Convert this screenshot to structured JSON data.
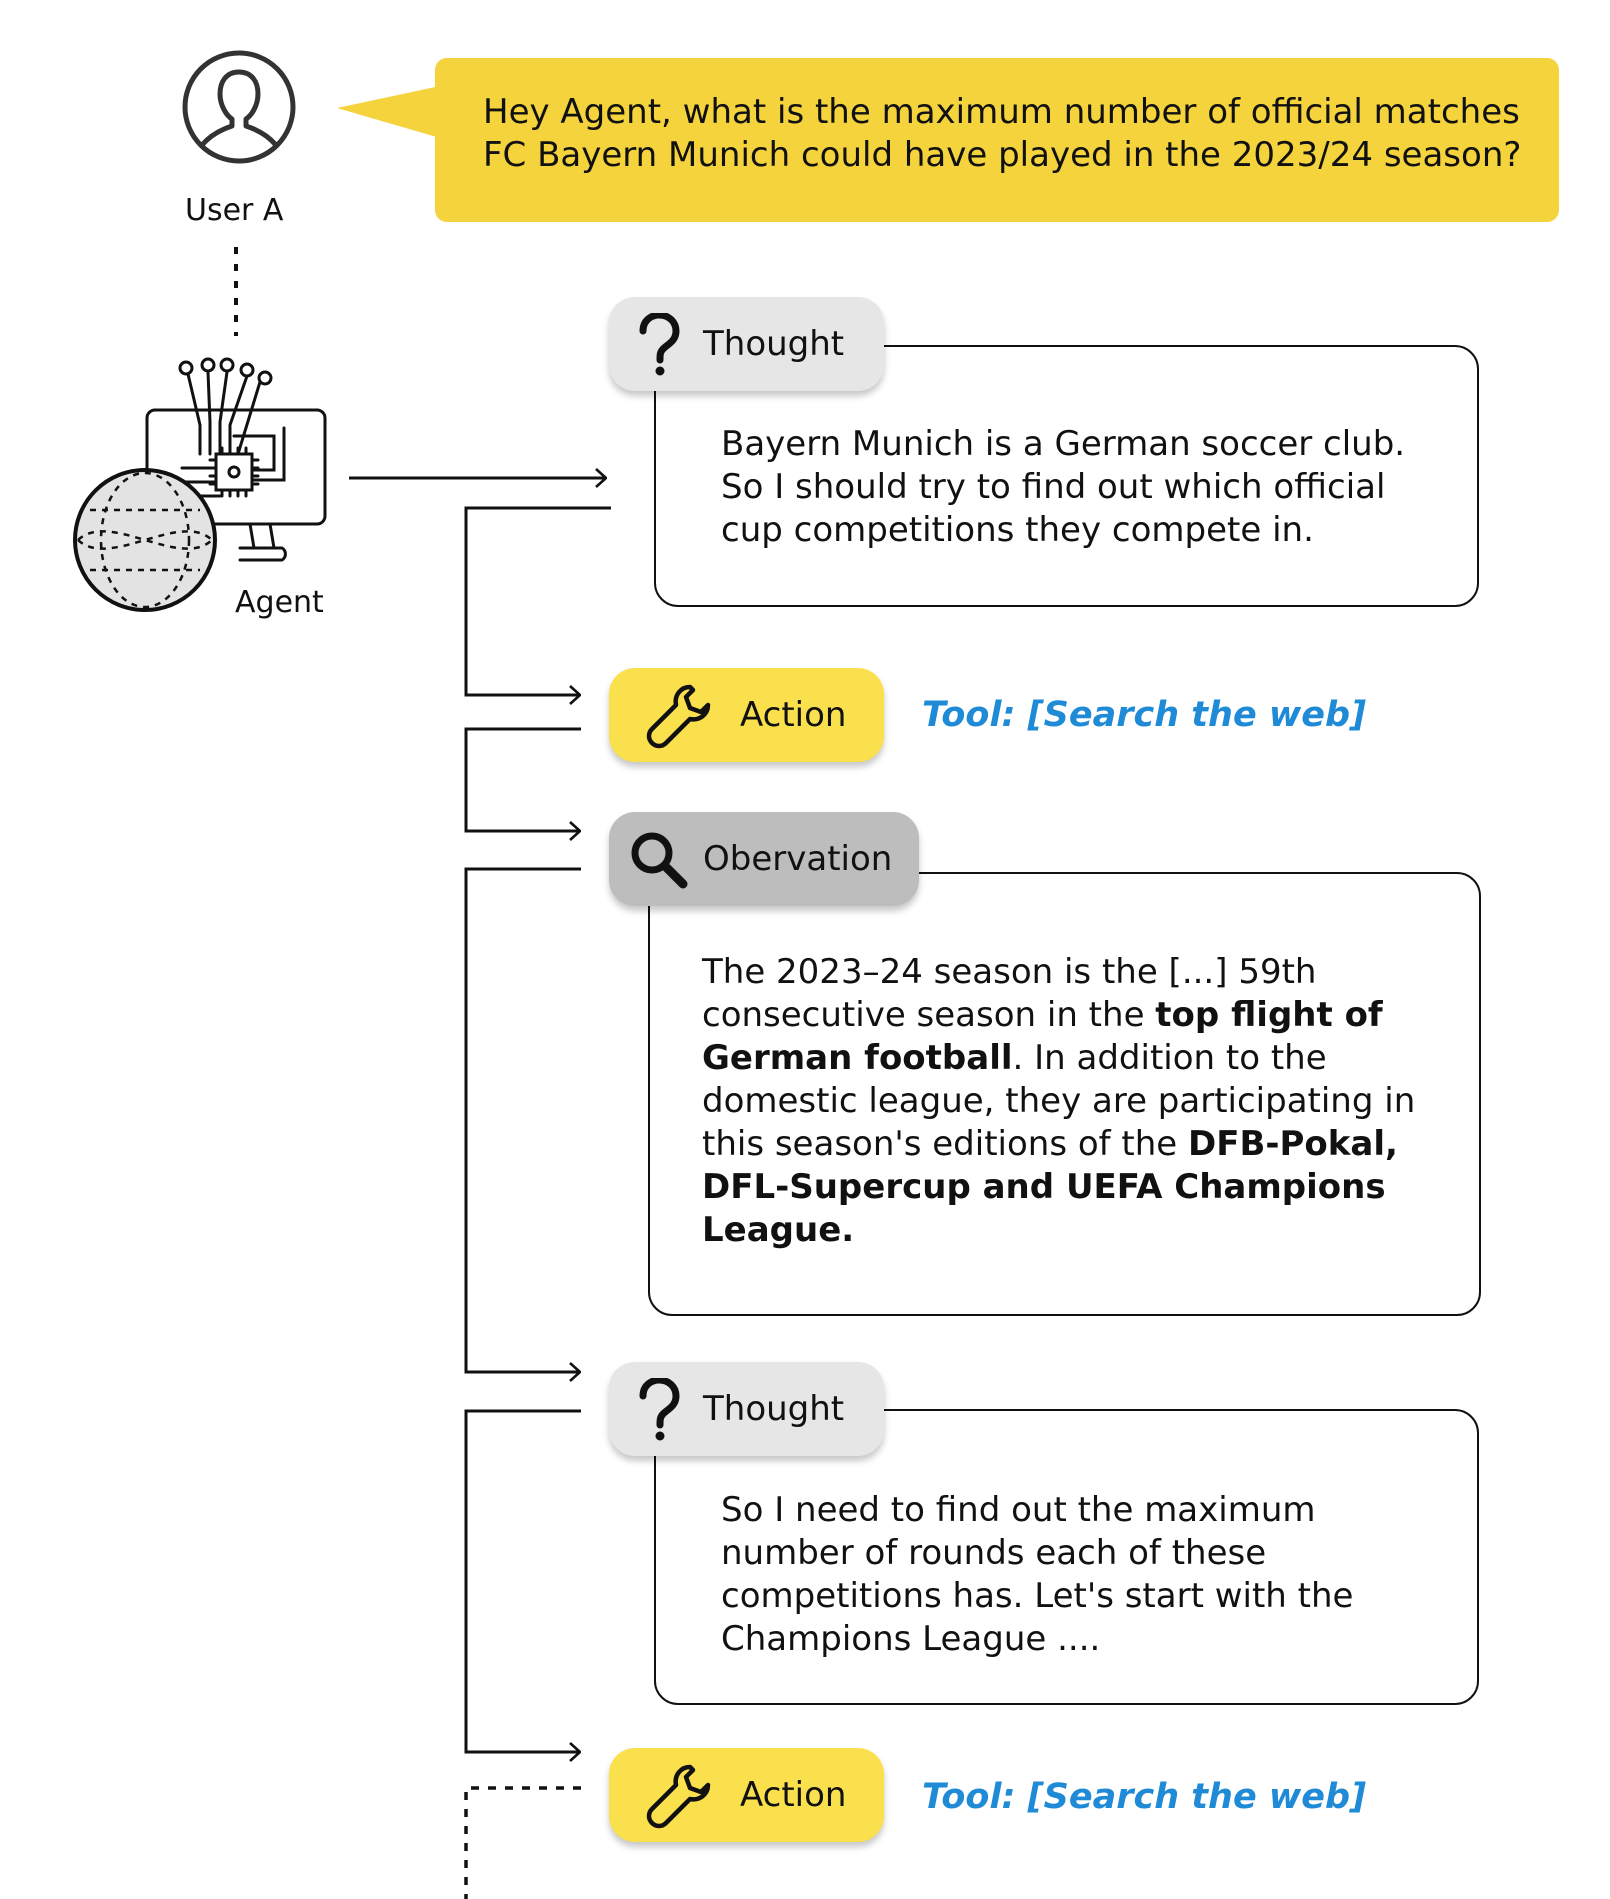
{
  "user": {
    "label": "User A"
  },
  "agent": {
    "label": "Agent"
  },
  "question": {
    "lines": [
      "Hey Agent, what is the maximum number of official matches",
      "FC Bayern Munich could have played in the 2023/24 season?"
    ]
  },
  "steps": {
    "thought1": {
      "label": "Thought",
      "lines": [
        "Bayern Munich is a German soccer club.",
        "So I should try to find out which official",
        "cup competitions they compete in."
      ]
    },
    "action1": {
      "label": "Action",
      "tool": "Tool: [Search the web]"
    },
    "observation1": {
      "label": "Obervation",
      "text": {
        "p1": "The 2023–24 season is the [...] 59th",
        "p2a": "consecutive season in the ",
        "p2b": "top flight of",
        "p3a": "German football",
        "p3b": ". In addition to the",
        "p4": "domestic league, they are participating in",
        "p5a": "this season's editions of the ",
        "p5b": "DFB-Pokal,",
        "p6": "DFL-Supercup and UEFA Champions",
        "p7": "League."
      }
    },
    "thought2": {
      "label": "Thought",
      "lines": [
        "So I need to find out the maximum",
        "number of rounds each of these",
        "competitions has. Let's start with the",
        "Champions League ...."
      ]
    },
    "action2": {
      "label": "Action",
      "tool": "Tool: [Search the web]"
    }
  },
  "icons": {
    "user": "user-avatar-icon",
    "agent": "agent-computer-globe-icon",
    "thought": "question-mark-icon",
    "action": "wrench-icon",
    "observation": "magnifier-icon"
  },
  "colors": {
    "speech_bubble": "#f4d33c",
    "action_pill": "#fbe04d",
    "thought_pill": "#e6e6e6",
    "observation_pill": "#bdbdbd",
    "tool_text": "#1f8ad6"
  }
}
